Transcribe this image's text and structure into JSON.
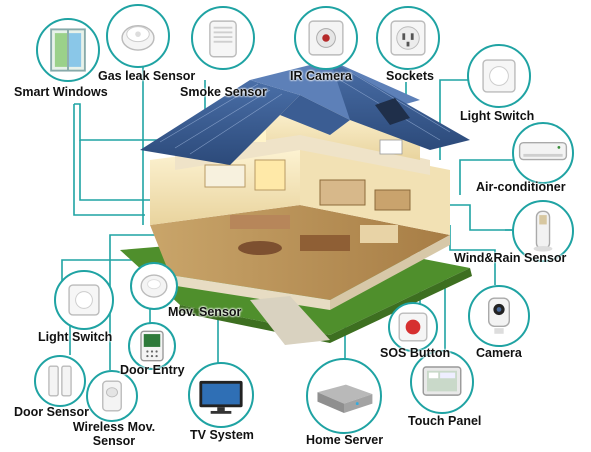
{
  "diagram": {
    "accent_color": "#1fa3a3",
    "nodes": [
      {
        "id": "smart-windows",
        "label": "Smart Windows",
        "icon": "window-icon"
      },
      {
        "id": "gas-leak-sensor",
        "label": "Gas leak Sensor",
        "icon": "gas-sensor-icon"
      },
      {
        "id": "smoke-sensor",
        "label": "Smoke Sensor",
        "icon": "smoke-sensor-icon"
      },
      {
        "id": "ir-camera",
        "label": "IR Camera",
        "icon": "ir-camera-icon"
      },
      {
        "id": "sockets",
        "label": "Sockets",
        "icon": "socket-icon"
      },
      {
        "id": "light-switch-top",
        "label": "Light Switch",
        "icon": "light-switch-icon"
      },
      {
        "id": "air-conditioner",
        "label": "Air-conditioner",
        "icon": "air-conditioner-icon"
      },
      {
        "id": "wind-rain-sensor",
        "label": "Wind&Rain Sensor",
        "icon": "wind-rain-sensor-icon"
      },
      {
        "id": "camera",
        "label": "Camera",
        "icon": "camera-icon"
      },
      {
        "id": "sos-button",
        "label": "SOS Button",
        "icon": "sos-button-icon"
      },
      {
        "id": "touch-panel",
        "label": "Touch Panel",
        "icon": "touch-panel-icon"
      },
      {
        "id": "home-server",
        "label": "Home Server",
        "icon": "home-server-icon"
      },
      {
        "id": "tv-system",
        "label": "TV System",
        "icon": "tv-icon"
      },
      {
        "id": "wireless-mov-sensor",
        "label": "Wireless Mov.\nSensor",
        "icon": "wireless-motion-sensor-icon"
      },
      {
        "id": "door-sensor",
        "label": "Door Sensor",
        "icon": "door-sensor-icon"
      },
      {
        "id": "door-entry",
        "label": "Door Entry",
        "icon": "door-entry-icon"
      },
      {
        "id": "light-switch-left",
        "label": "Light Switch",
        "icon": "light-switch-icon"
      },
      {
        "id": "mov-sensor",
        "label": "Mov. Sensor",
        "icon": "motion-sensor-icon"
      }
    ],
    "center": {
      "icon": "smart-house-icon"
    }
  }
}
